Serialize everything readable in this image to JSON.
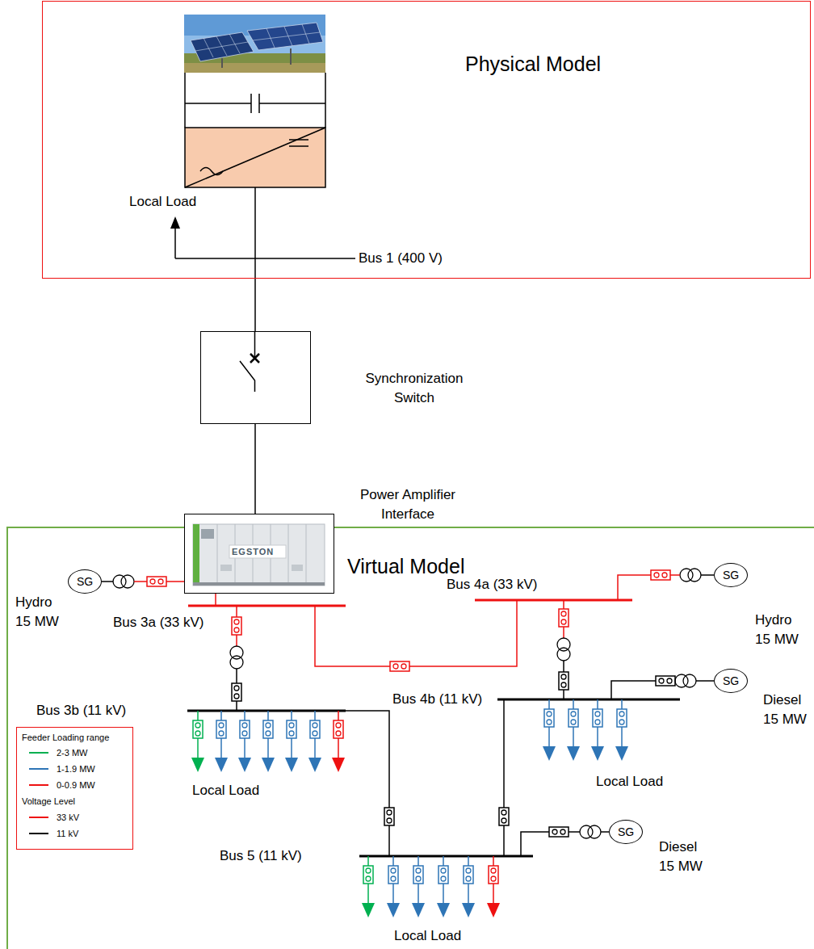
{
  "diagram": {
    "nodes": [
      {
        "text": [
          "Physical Model"
        ]
      },
      {
        "text": [
          "Synchronization Switch"
        ]
      },
      {
        "text": [
          "Power Amplifier Interface"
        ]
      },
      {
        "text": [
          "Virtual Model"
        ]
      },
      {
        "text": [
          "SG",
          "Hydro 15 MW"
        ],
        "in": 3
      },
      {
        "text": [
          "SG",
          "Hydro 15 MW"
        ],
        "in": 3
      },
      {
        "text": [
          "SG",
          "Diesel 15 MW"
        ],
        "in": 3
      },
      {
        "text": [
          "SG",
          "Diesel 15 MW"
        ],
        "in": 3
      }
    ],
    "edges": [
      {
        "from": 0,
        "to": 1,
        "arrow": "none"
      },
      {
        "from": 1,
        "to": 2,
        "arrow": "none"
      }
    ],
    "labels": [
      "Local Load",
      "Bus 1 (400 V)",
      "EGSTON",
      "Bus 3a (33 kV)",
      "Bus 4a (33 kV)",
      "Bus 3b (11 kV)",
      "Local Load",
      "Bus 4b (11 kV)",
      "Local Load",
      "Bus 5 (11 kV)",
      "Local Load",
      "Feeder Loading range",
      "Voltage Level"
    ],
    "legend": [
      {
        "text": "2-3 MW",
        "color": "#00b050"
      },
      {
        "text": "1-1.9 MW",
        "color": "#2e75b6"
      },
      {
        "text": "0-0.9 MW",
        "color": "#ee1111"
      },
      {
        "text": "33 kV",
        "color": "#ee1111"
      },
      {
        "text": "11 kV",
        "color": "#000000"
      }
    ]
  }
}
